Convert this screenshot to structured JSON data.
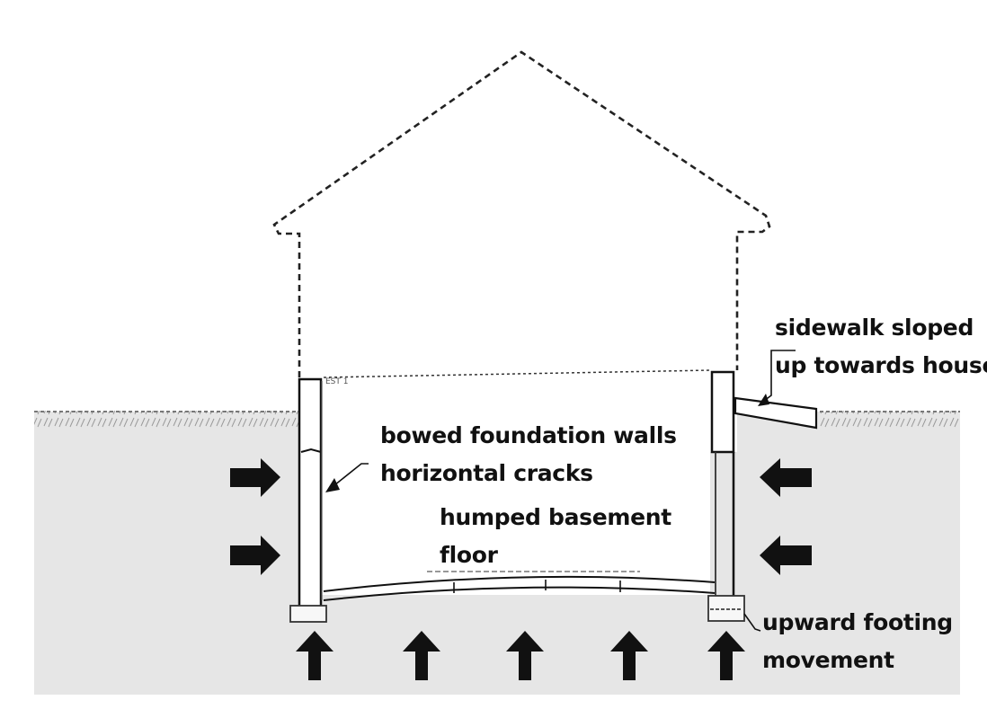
{
  "labels": {
    "sidewalk_line1": "sidewalk sloped",
    "sidewalk_line2": "up towards house",
    "bowed_line1": "bowed foundation walls",
    "bowed_line2": "horizontal cracks",
    "humped_line1": "humped basement",
    "humped_line2": "floor",
    "footing_line1": "upward footing",
    "footing_line2": "movement"
  },
  "colors": {
    "soil": "#e6e6e6",
    "ink": "#111111",
    "paper": "#ffffff"
  }
}
